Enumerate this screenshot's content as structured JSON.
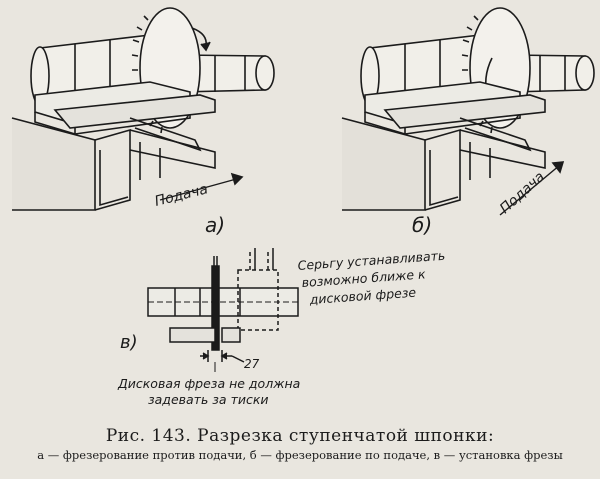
{
  "panels": [
    {
      "label": "а)",
      "feed": "Подача"
    },
    {
      "label": "б)",
      "feed": "Подача"
    },
    {
      "label": "в)",
      "dimension": "27"
    }
  ],
  "notes": {
    "earring": [
      "Серьгу устанавливать",
      "возможно ближе к",
      "дисковой фрезе"
    ],
    "cutter": [
      "Дисковая фреза не должна",
      "задевать за тиски"
    ]
  },
  "caption": {
    "title": "Рис. 143. Разрезка ступенчатой шпонки:",
    "text": "а — фрезерование против подачи, б — фрезерование по подаче, в — установка фрезы"
  }
}
